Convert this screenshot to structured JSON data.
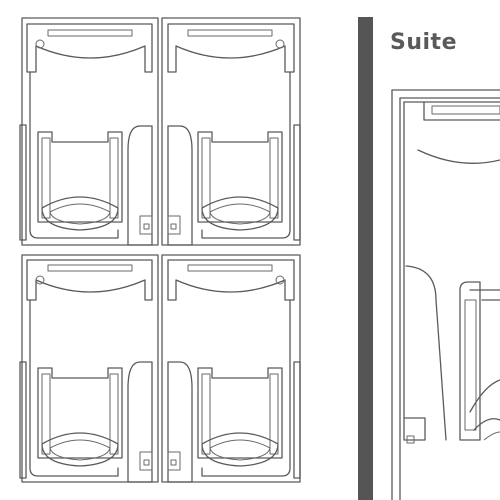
{
  "title": "Suite",
  "colors": {
    "line": "#5a5a5a",
    "divider": "#555555",
    "background": "#ffffff"
  },
  "seats": [
    {
      "id": "seat-1"
    },
    {
      "id": "seat-2"
    },
    {
      "id": "seat-3"
    },
    {
      "id": "seat-4"
    }
  ]
}
